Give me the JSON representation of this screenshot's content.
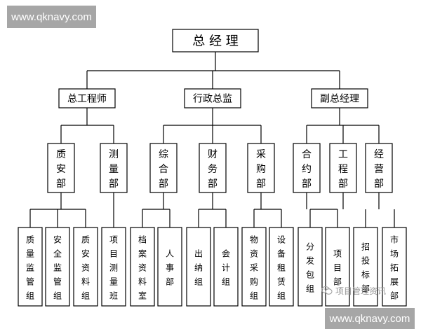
{
  "org": {
    "root": "总 经 理",
    "level1": [
      "总工程师",
      "行政总监",
      "副总经理"
    ],
    "departments": [
      "质安部",
      "测量部",
      "综合部",
      "财务部",
      "采购部",
      "合约部",
      "工程部",
      "经营部"
    ],
    "teams": [
      "质量监管组",
      "安全监管组",
      "质安资料组",
      "项目测量班",
      "档案资料室",
      "人事部",
      "出纳组",
      "会计组",
      "物资采购组",
      "设备租赁组",
      "分发包组",
      "项目部",
      "招投标部",
      "市场拓展部"
    ]
  },
  "watermark": {
    "site_top": "www.qknavy.com",
    "site_bottom": "www.qknavy.com",
    "account": "项目管理资讯"
  },
  "colors": {
    "line": "#000000",
    "box_border": "#000000",
    "watermark_bg": "#a6a6a6"
  }
}
